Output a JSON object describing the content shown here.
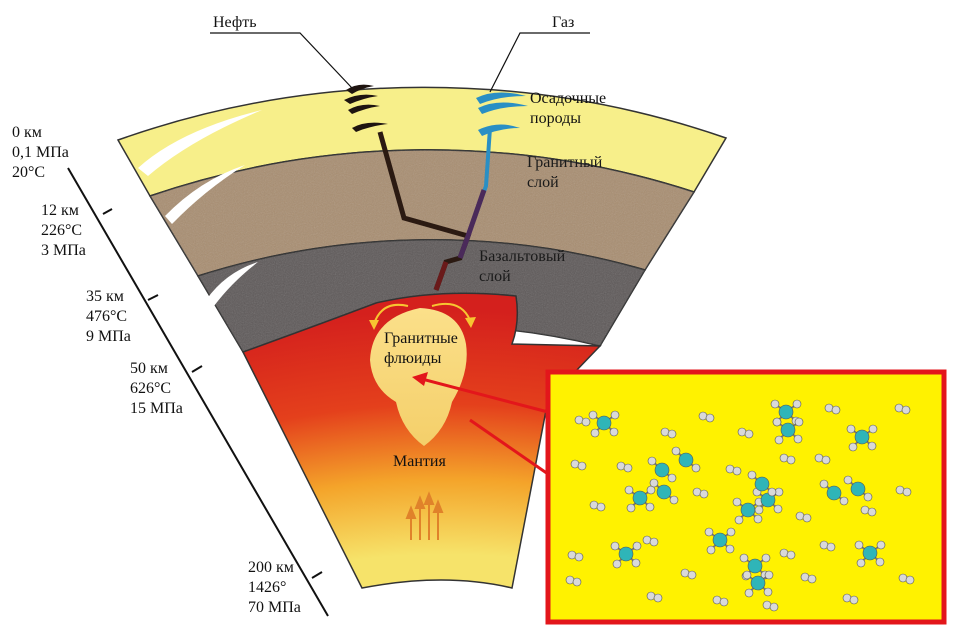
{
  "labels": {
    "oil": "Нефть",
    "gas": "Газ",
    "sedimentary": "Осадочные\nпороды",
    "granite_layer": "Гранитный\nслой",
    "basalt_layer": "Базальтовый\nслой",
    "granite_fluids": "Гранитные\nфлюиды",
    "mantle": "Мантия"
  },
  "depth_scale": [
    {
      "depth": "0 км",
      "pressure": "0,1 МПа",
      "temperature": "20°C"
    },
    {
      "depth": "12 км",
      "temperature": "226°C",
      "pressure": "3 МПа"
    },
    {
      "depth": "35 км",
      "temperature": "476°C",
      "pressure": "9 МПа"
    },
    {
      "depth": "50 км",
      "temperature": "626°C",
      "pressure": "15 МПа"
    },
    {
      "depth": "200 км",
      "temperature": "1426°",
      "pressure": "70 МПа"
    }
  ],
  "colors": {
    "sedimentary": "#f7ef8a",
    "granite": "#a88d70",
    "basalt": "#5d5858",
    "mantle_top": "#d8261e",
    "mantle_bottom": "#f6e36a",
    "gas": "#2a8fc4",
    "oil": "#2b1a12",
    "inset_bg": "#fff200",
    "inset_border": "#e3161b",
    "carbon_atom": "#2fb5b8",
    "hydrogen_atom": "#d9d9d9"
  }
}
